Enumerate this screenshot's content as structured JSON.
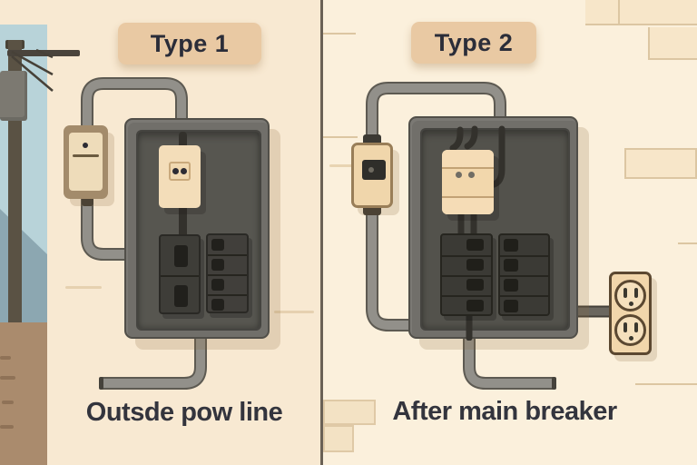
{
  "scenes": {
    "type1": {
      "badge": "Type 1",
      "caption": "Outsde pow line"
    },
    "type2": {
      "badge": "Type 2",
      "caption": "After main breaker"
    }
  },
  "colors": {
    "left_background": "#f8e9d2",
    "right_background": "#fbf0dc",
    "divider": "#6a6156",
    "badge_fill": "#e9c9a3",
    "badge_text": "#2b2d39",
    "caption_text": "#33343d",
    "conduit_core": "#92908a",
    "conduit_edge": "#5d5a52",
    "panel_frame": "#716f6a",
    "panel_inner": "#575650",
    "breaker_body": "#3e3d38",
    "breaker_toggle": "#21201c",
    "device_beige": "#f3ddb9",
    "meter_frame": "#a38b6b",
    "meter_face": "#eedcba",
    "outlet_face": "#f1d6ab",
    "outlet_outline": "#5b4831",
    "sky": "#b8d3d9",
    "hill": "#8ca7b1",
    "ground": "#aa8b6d",
    "pole": "#5a5244",
    "brick_line": "#dcc6a2"
  }
}
